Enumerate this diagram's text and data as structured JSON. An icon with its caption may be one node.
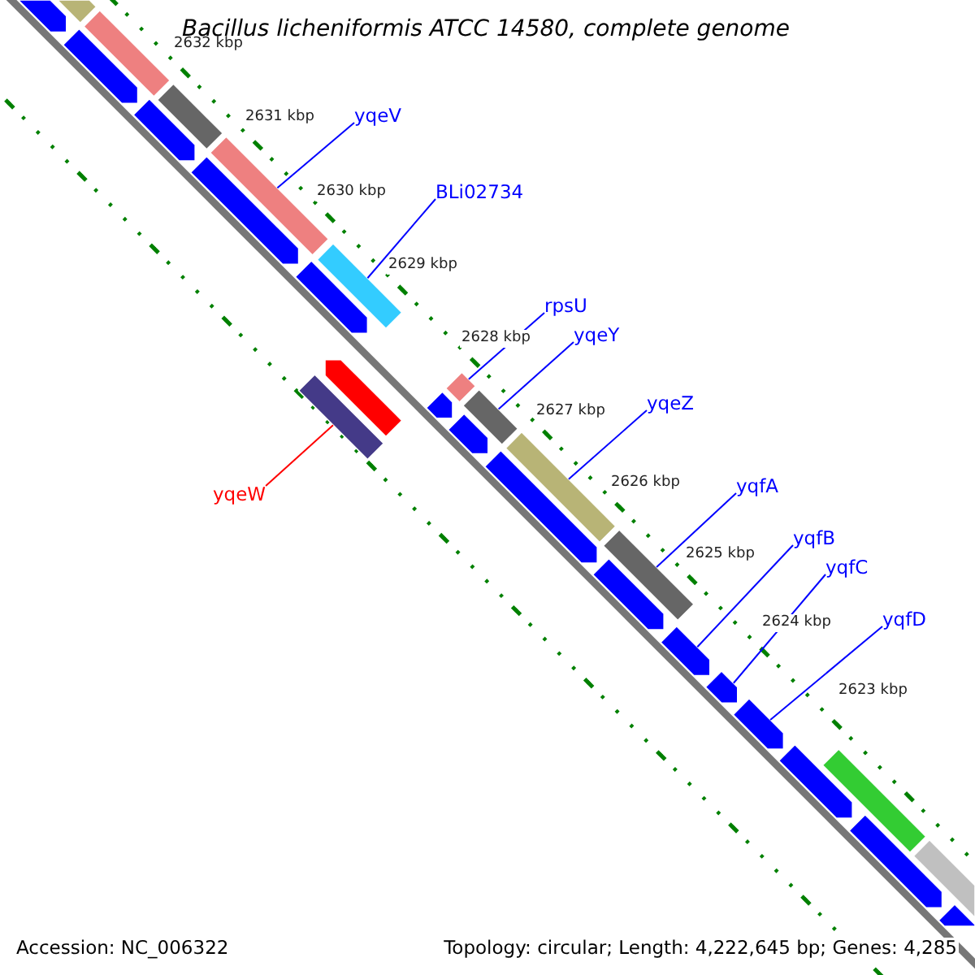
{
  "diagram": {
    "title": "Bacillus licheniformis ATCC 14580, complete genome",
    "nodes": [
      {
        "text": [
          "yqeV"
        ]
      },
      {
        "text": [
          "BLi02734"
        ]
      },
      {
        "text": [
          "rpsU"
        ]
      },
      {
        "text": [
          "yqeY"
        ]
      },
      {
        "text": [
          "yqeZ"
        ]
      },
      {
        "text": [
          "yqfA"
        ]
      },
      {
        "text": [
          "yqeW"
        ]
      },
      {
        "text": [
          "yqfB"
        ]
      },
      {
        "text": [
          "yqfC"
        ]
      },
      {
        "text": [
          "yqfD"
        ]
      },
      {
        "text": [],
        "shape": "bar"
      },
      {
        "text": [],
        "shape": "arrow"
      },
      {
        "text": [],
        "shape": "arrow"
      },
      {
        "text": [],
        "shape": "bar"
      },
      {
        "text": [],
        "shape": "arrow"
      },
      {
        "text": [],
        "shape": "bar"
      },
      {
        "text": [],
        "shape": "bar"
      },
      {
        "text": [],
        "shape": "arrow"
      },
      {
        "text": [],
        "shape": "arrow"
      },
      {
        "text": [],
        "shape": "bar"
      },
      {
        "text": [],
        "shape": "arrow"
      },
      {
        "text": [],
        "shape": "bar"
      },
      {
        "text": [],
        "shape": "bar"
      },
      {
        "text": [],
        "shape": "arrow"
      },
      {
        "text": [],
        "shape": "bar"
      },
      {
        "text": [],
        "shape": "arrow"
      },
      {
        "text": [],
        "shape": "arrow"
      },
      {
        "text": [],
        "shape": "bar"
      },
      {
        "text": [],
        "shape": "bar"
      },
      {
        "text": [],
        "shape": "arrow"
      },
      {
        "text": [],
        "shape": "arrow"
      },
      {
        "text": [],
        "shape": "arrow"
      },
      {
        "text": [],
        "shape": "arrow"
      },
      {
        "text": [],
        "shape": "arrow"
      },
      {
        "text": [],
        "shape": "bar"
      },
      {
        "text": [],
        "shape": "arrow"
      },
      {
        "text": [],
        "shape": "bar"
      },
      {
        "text": [],
        "shape": "arrow"
      }
    ],
    "edges": [
      {
        "from": 0,
        "to": 16,
        "arrow": "none"
      },
      {
        "from": 1,
        "to": 19,
        "arrow": "none"
      },
      {
        "from": 2,
        "to": 22,
        "arrow": "none"
      },
      {
        "from": 3,
        "to": 24,
        "arrow": "none"
      },
      {
        "from": 4,
        "to": 27,
        "arrow": "none"
      },
      {
        "from": 5,
        "to": 28,
        "arrow": "none"
      },
      {
        "from": 6,
        "to": 21,
        "arrow": "none",
        "color": "#ff0000"
      },
      {
        "from": 7,
        "to": 30,
        "arrow": "none"
      },
      {
        "from": 8,
        "to": 31,
        "arrow": "none"
      },
      {
        "from": 9,
        "to": 32,
        "arrow": "none"
      }
    ],
    "labels": [
      "2632 kbp",
      "2631 kbp",
      "2630 kbp",
      "2629 kbp",
      "2628 kbp",
      "2627 kbp",
      "2626 kbp",
      "2625 kbp",
      "2624 kbp",
      "2623 kbp",
      "Accession: NC_006322",
      "Topology: circular; Length: 4,222,645 bp; Genes: 4,285"
    ]
  }
}
